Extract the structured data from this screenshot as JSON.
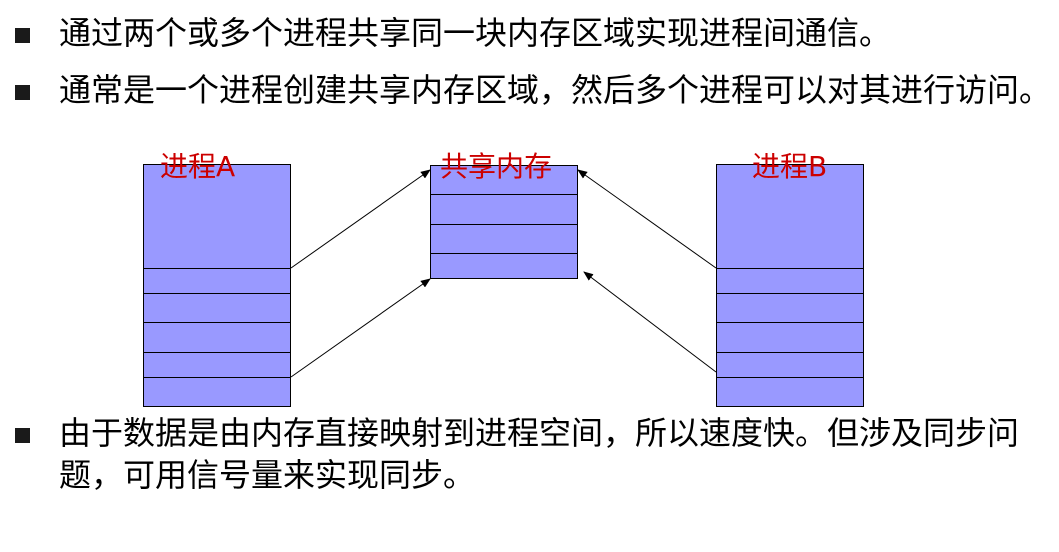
{
  "bullets": [
    "通过两个或多个进程共享同一块内存区域实现进程间通信。",
    "通常是一个进程创建共享内存区域，然后多个进程可以对其进行访问。",
    "由于数据是由内存直接映射到进程空间，所以速度快。但涉及同步问题，可用信号量来实现同步。"
  ],
  "diagram": {
    "process_a_label": "进程A",
    "shared_memory_label": "共享内存",
    "process_b_label": "进程B"
  },
  "colors": {
    "block_fill": "#9999ff",
    "label_text": "#cc0000",
    "bullet_mark": "#1a1a1a"
  }
}
